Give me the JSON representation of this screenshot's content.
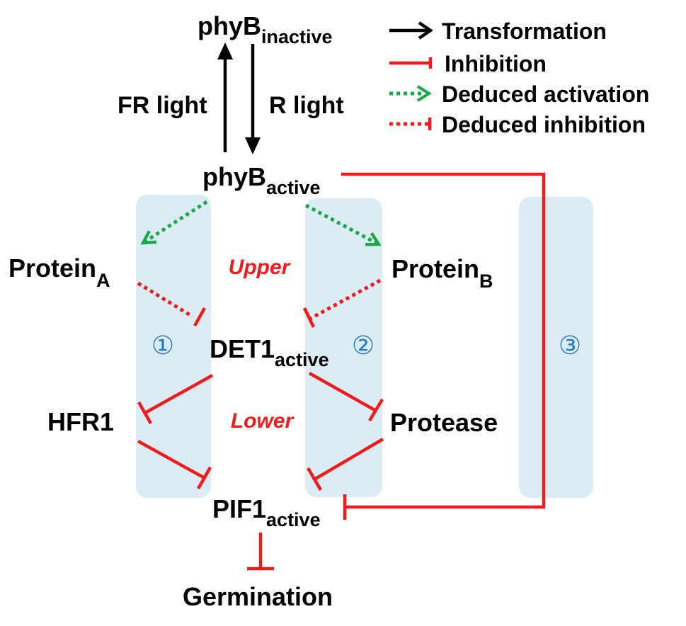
{
  "colors": {
    "transformation": "#000000",
    "inhibition": "#ee1c1c",
    "deduced_activation": "#1aa84a",
    "deduced_inhibition": "#ee1c1c",
    "region_fill": "#dcecf4",
    "region_number": "#2a7fc0",
    "region_label": "#ee1c1c"
  },
  "legend": {
    "transformation": "Transformation",
    "inhibition": "Inhibition",
    "deduced_activation": "Deduced activation",
    "deduced_inhibition": "Deduced inhibition"
  },
  "nodes": {
    "phyb_inactive": {
      "main": "phyB",
      "sub": "inactive"
    },
    "phyb_active": {
      "main": "phyB",
      "sub": "active"
    },
    "protein_a": {
      "main": "Protein",
      "sub": "A"
    },
    "protein_b": {
      "main": "Protein",
      "sub": "B"
    },
    "det1_active": {
      "main": "DET1",
      "sub": "active"
    },
    "hfr1": {
      "main": "HFR1"
    },
    "protease": {
      "main": "Protease"
    },
    "pif1_active": {
      "main": "PIF1",
      "sub": "active"
    },
    "germination": {
      "main": "Germination"
    }
  },
  "edge_labels": {
    "fr_light": "FR light",
    "r_light": "R light"
  },
  "region_labels": {
    "upper": "Upper",
    "lower": "Lower"
  },
  "regions": [
    {
      "number": "①"
    },
    {
      "number": "②"
    },
    {
      "number": "③"
    }
  ]
}
